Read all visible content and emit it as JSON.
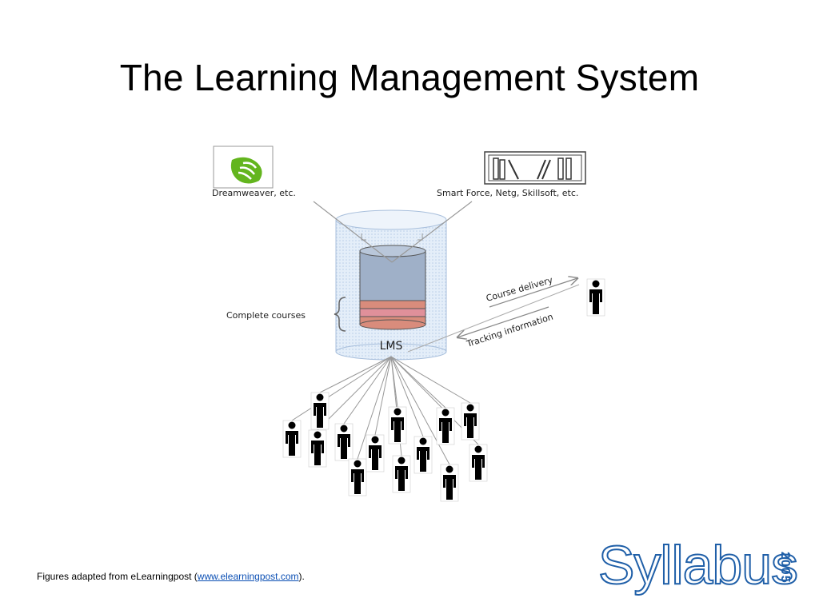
{
  "slide": {
    "title": "The Learning Management System"
  },
  "diagram": {
    "labels": {
      "dreamweaver": "Dreamweaver, etc.",
      "smartforce": "Smart Force, Netg, Skillsoft, etc.",
      "complete_courses": "Complete courses",
      "lms": "LMS",
      "course_delivery": "Course delivery",
      "tracking_information": "Tracking information"
    },
    "icons": [
      "dreamweaver-logo-icon",
      "bookshelf-icon",
      "database-icon",
      "person-icon"
    ],
    "colors": {
      "cylinder_fill": "#dce8f6",
      "db_top": "#9fb0c8",
      "db_layer": "#d98c7c",
      "dreamweaver_green": "#63b51e",
      "line": "#999999"
    }
  },
  "caption": {
    "prefix": "Figures adapted from eLearningpost (",
    "link_text": "www.elearningpost.com",
    "suffix": ")."
  },
  "logo": {
    "text": "Syllabus",
    "year": "2005"
  }
}
